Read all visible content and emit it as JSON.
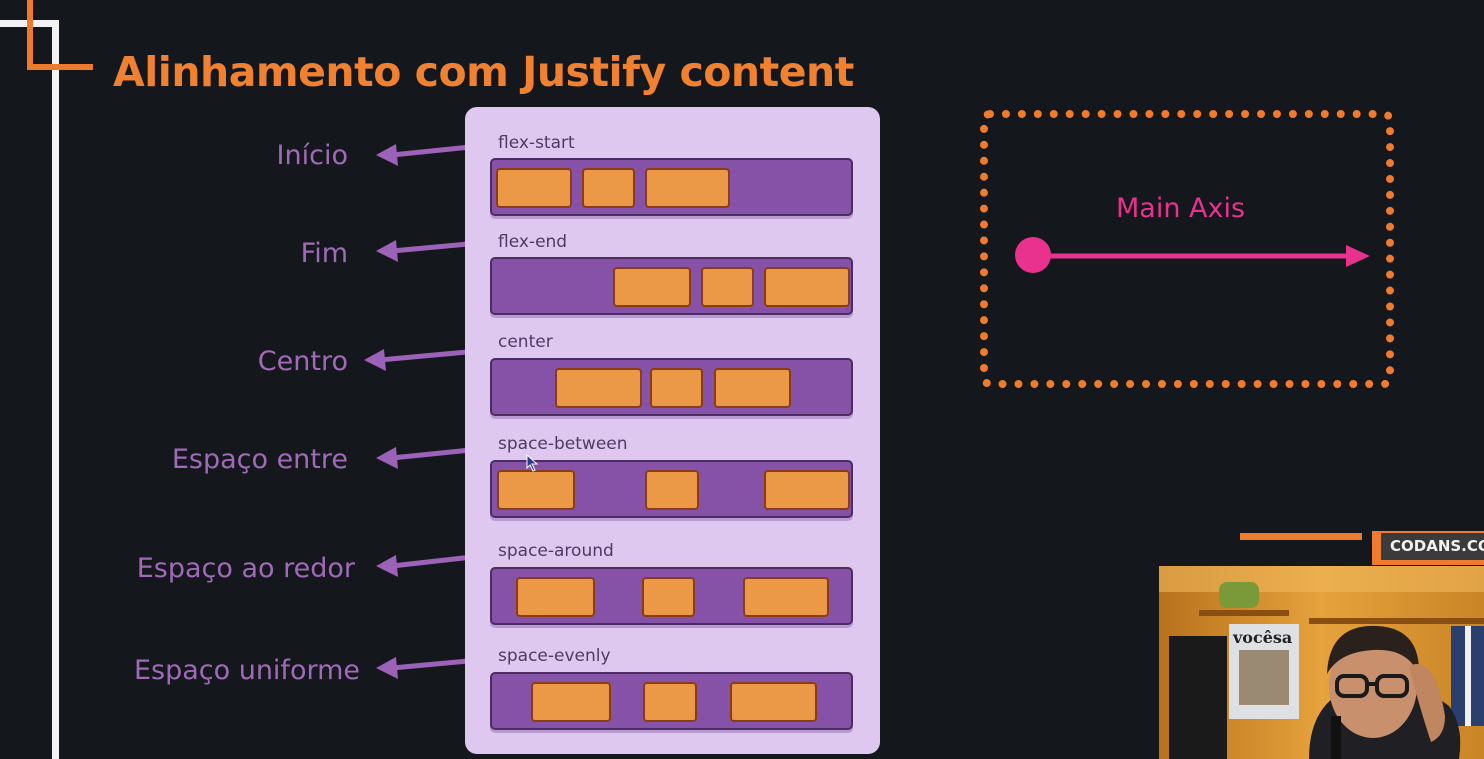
{
  "slide": {
    "title": "Alinhamento com Justify content",
    "colors": {
      "title": "#f08130",
      "label": "#a06ab8",
      "axis": "#e8328e",
      "frame": "#f07a2e"
    }
  },
  "rows": [
    {
      "label": "Início",
      "property": "flex-start"
    },
    {
      "label": "Fim",
      "property": "flex-end"
    },
    {
      "label": "Centro",
      "property": "center"
    },
    {
      "label": "Espaço entre",
      "property": "space-between"
    },
    {
      "label": "Espaço ao redor",
      "property": "space-around"
    },
    {
      "label": "Espaço uniforme",
      "property": "space-evenly"
    }
  ],
  "axis": {
    "label": "Main Axis"
  },
  "webcam": {
    "tag": "CODANS.CO",
    "magazine_text": "vocêsa"
  }
}
